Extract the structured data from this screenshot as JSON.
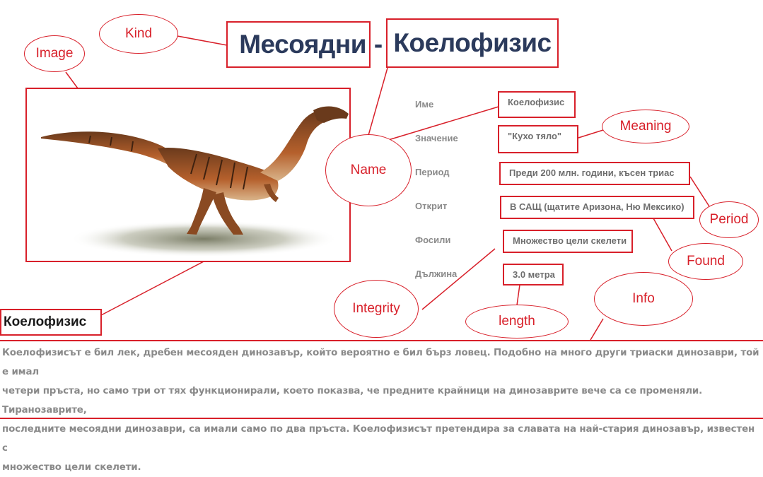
{
  "title": {
    "kind": "Месоядни",
    "separator": "-",
    "name": "Коелофизис"
  },
  "callouts": {
    "kind": "Kind",
    "image": "Image",
    "name": "Name",
    "meaning": "Meaning",
    "period": "Period",
    "found": "Found",
    "integrity": "Integrity",
    "length": "length",
    "info": "Info"
  },
  "fields": [
    {
      "label": "Име",
      "value": "Коелофизис"
    },
    {
      "label": "Значение",
      "value": "\"Кухо тяло\""
    },
    {
      "label": "Период",
      "value": "Преди 200 млн. години, късен триас"
    },
    {
      "label": "Открит",
      "value": "В САЩ (щатите Аризона, Ню Мексико)"
    },
    {
      "label": "Фосили",
      "value": "Множество цели скелети"
    },
    {
      "label": "Дължина",
      "value": "3.0 метра"
    }
  ],
  "heading": "Коелофизис",
  "info_lines": [
    "Коелофизисът е бил лек, дребен месояден динозавър, който вероятно е бил бърз ловец. Подобно на много други триаски динозаври, той е имал",
    "четери пръста, но само три от тях функционирали, което показва, че предните крайници на динозаврите вече са се променяли. Тиранозаврите,",
    "последните месоядни динозаври, са имали само по два пръста. Коелофизисът претендира за славата на най-стария динозавър, известен с",
    "множество цели скелети."
  ],
  "colors": {
    "accent": "#d8202a",
    "title": "#2b3a5c",
    "label": "#8a8a8a",
    "value": "#6e6e6e"
  }
}
